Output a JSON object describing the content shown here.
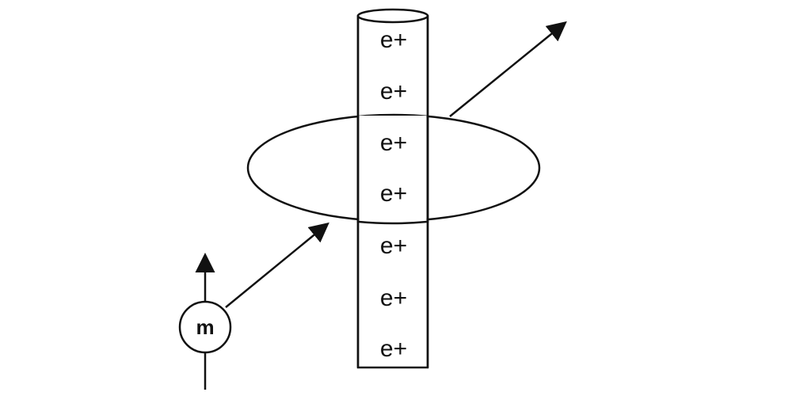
{
  "diagram": {
    "cylinder_charges": [
      "e+",
      "e+",
      "e+",
      "e+",
      "e+",
      "e+",
      "e+"
    ],
    "particle_label": "m"
  },
  "colors": {
    "stroke": "#111111",
    "background": "#ffffff"
  }
}
